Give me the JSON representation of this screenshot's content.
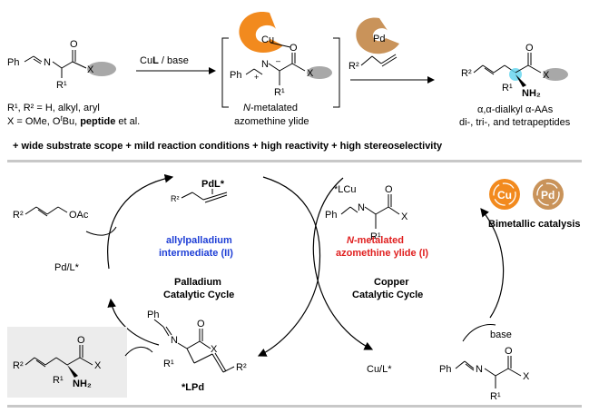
{
  "top": {
    "reactant": {
      "ph": "Ph",
      "n": "N",
      "r1": "R¹",
      "o": "O",
      "x": "X"
    },
    "r_defs": "R¹, R² = H, alkyl, aryl",
    "x_defs_pre": "X = OMe, O",
    "x_defs_tbu": "t",
    "x_defs_bu": "Bu, ",
    "x_defs_peptide": "peptide",
    "x_defs_post": " et al.",
    "reagent_cu": "Cu",
    "reagent_l": "L",
    "reagent_base": " / base",
    "ylide_cu": "Cu",
    "ylide_caption_n": "N",
    "ylide_caption_rest": "-metalated",
    "ylide_caption_2": "azomethine ylide",
    "pd_label": "Pd",
    "r2": "R²",
    "product_nh2": "NH₂",
    "product_caption_1": "α,α-dialkyl α-AAs",
    "product_caption_2": "di-, tri-, and tetrapeptides",
    "features": "+ wide substrate scope  + mild reaction conditions  + high reactivity  + high stereoselectivity"
  },
  "cycle": {
    "allyl_acetate_r2": "R²",
    "allyl_acetate_oac": "OAc",
    "pdl_top": "PdL*",
    "pd_l": "Pd/L*",
    "allylpd_1": "allylpalladium",
    "allylpd_2": "intermediate (II)",
    "pd_cycle_1": "Palladium",
    "pd_cycle_2": "Catalytic Cycle",
    "lcu": "*LCu",
    "ylide_1_n": "N",
    "ylide_1_rest": "-metalated",
    "ylide_2": "azomethine ylide (I)",
    "cu_cycle_1": "Copper",
    "cu_cycle_2": "Catalytic Cycle",
    "cu_l": "Cu/L*",
    "base": "base",
    "lpd": "*LPd",
    "legend_cu": "Cu",
    "legend_pd": "Pd",
    "legend_label": "Bimetallic catalysis",
    "product_nh2": "NH₂"
  },
  "colors": {
    "cu_orange": "#f28a1e",
    "pd_tan": "#c9935a",
    "blue_text": "#1f3fd6",
    "red_text": "#e02020",
    "separator": "#c8c8c8"
  }
}
